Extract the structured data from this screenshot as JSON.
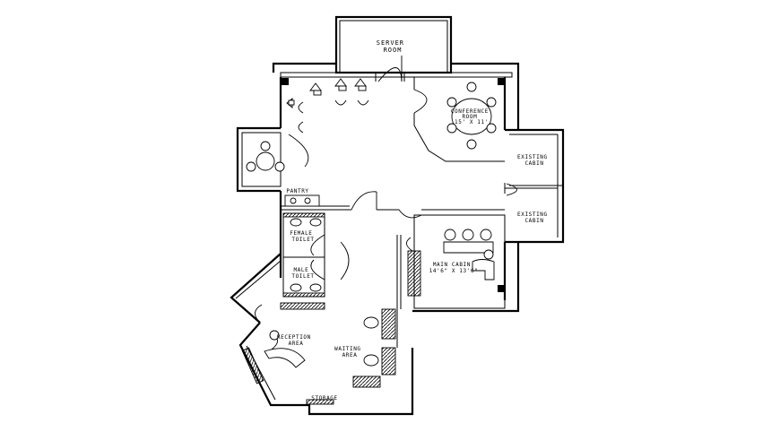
{
  "rooms": {
    "server_room": [
      "SERVER",
      "ROOM"
    ],
    "conference_room": [
      "CONFERENCE",
      "ROOM",
      "15' X 11'"
    ],
    "existing_cabin_1": [
      "EXISTING",
      "CABIN"
    ],
    "existing_cabin_2": [
      "EXISTING",
      "CABIN"
    ],
    "pantry": "PANTRY",
    "female_toilet": [
      "FEMALE",
      "TOILET"
    ],
    "male_toilet": [
      "MALE",
      "TOILET"
    ],
    "main_cabin": [
      "MAIN CABIN",
      "14'6\" X 13'6\""
    ],
    "reception_area": [
      "RECEPTION",
      "AREA"
    ],
    "waiting_area": [
      "WAITING",
      "AREA"
    ],
    "storage": "STORAGE"
  }
}
